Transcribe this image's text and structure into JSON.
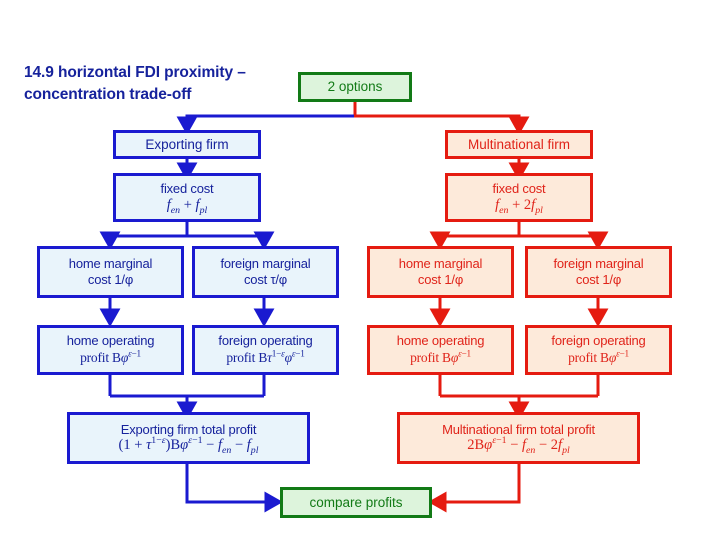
{
  "title": {
    "line1": "14.9 horizontal FDI proximity",
    "line2": "– concentration trade-off"
  },
  "colors": {
    "blue_border": "#1a1ad0",
    "blue_fill": "#e9f4fb",
    "blue_text": "#16229c",
    "red_border": "#e51b10",
    "red_fill": "#fdeada",
    "red_text": "#e0241a",
    "green_border": "#127a16",
    "green_fill": "#ddf4dc",
    "green_text": "#127a16",
    "background": "#ffffff"
  },
  "nodes": {
    "options": {
      "label": "2 options"
    },
    "exporting_firm": {
      "label": "Exporting firm"
    },
    "multinational_firm": {
      "label": "Multinational firm"
    },
    "exp_fixed_cost": {
      "line1": "fixed cost",
      "line2": "f_en + f_pl"
    },
    "mn_fixed_cost": {
      "line1": "fixed cost",
      "line2": "f_en + 2f_pl"
    },
    "exp_home_marginal": {
      "line1": "home marginal",
      "line2": "cost 1/φ"
    },
    "exp_foreign_marginal": {
      "line1": "foreign marginal",
      "line2": "cost τ/φ"
    },
    "mn_home_marginal": {
      "line1": "home marginal",
      "line2": "cost 1/φ"
    },
    "mn_foreign_marginal": {
      "line1": "foreign marginal",
      "line2": "cost 1/φ"
    },
    "exp_home_operating": {
      "line1": "home operating",
      "line2": "profit Bφ^(ε−1)"
    },
    "exp_foreign_operating": {
      "line1": "foreign operating",
      "line2": "profit Bτ^(1−ε)φ^(ε−1)"
    },
    "mn_home_operating": {
      "line1": "home operating",
      "line2": "profit Bφ^(ε−1)"
    },
    "mn_foreign_operating": {
      "line1": "foreign operating",
      "line2": "profit Bφ^(ε−1)"
    },
    "exp_total_profit": {
      "line1": "Exporting firm total profit",
      "line2": "(1 + τ^(1−ε))Bφ^(ε−1) − f_en − f_pl"
    },
    "mn_total_profit": {
      "line1": "Multinational firm total profit",
      "line2": "2Bφ^(ε−1) − f_en − 2f_pl"
    },
    "compare": {
      "label": "compare profits"
    }
  }
}
